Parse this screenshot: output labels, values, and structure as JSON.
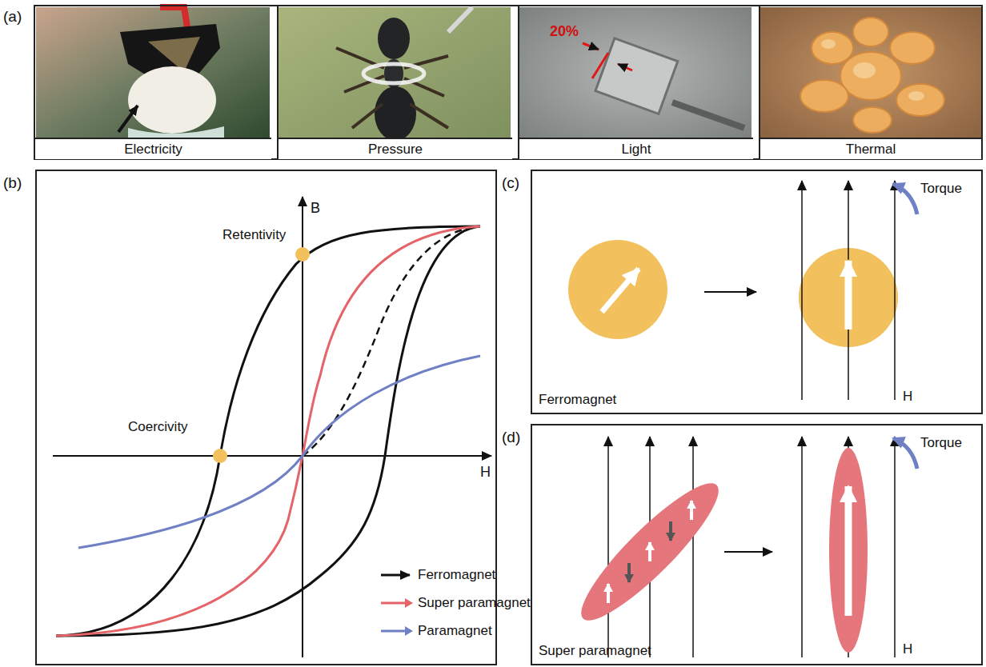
{
  "diagram": {
    "nodes": [
      {
        "text": [
          "(a)"
        ]
      },
      {
        "text": [
          "Electricity"
        ],
        "in": 0
      },
      {
        "text": [
          "Pressure"
        ],
        "in": 0
      },
      {
        "text": [
          "20%",
          "Light"
        ],
        "in": 0
      },
      {
        "text": [
          "Thermal"
        ],
        "in": 0
      },
      {
        "text": [
          "(b)"
        ]
      },
      {
        "text": [
          "(c)",
          "Ferromagnet"
        ]
      },
      {
        "text": [
          "(d)",
          "Super paramagnet"
        ]
      }
    ],
    "labels": [
      "B",
      "H",
      "Retentivity",
      "Coercivity",
      "Torque",
      "H",
      "Torque",
      "H"
    ],
    "legend": [
      {
        "text": "Ferromagnet"
      },
      {
        "text": "Super paramagnet"
      },
      {
        "text": "Paramagnet"
      }
    ]
  }
}
